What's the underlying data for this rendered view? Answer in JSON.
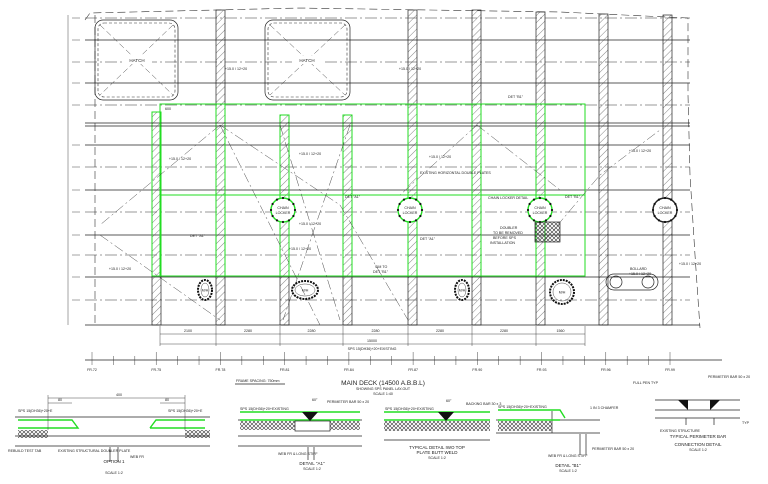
{
  "drawing": {
    "hatch_label": "HATCH",
    "chain_locker_label": "CHAIN LOCKER",
    "chain_locker_line1": "CHAIN",
    "chain_locker_line2": "LOCKER",
    "manhole_label": "M/H",
    "bollard_label": "BOLLARD",
    "chain_locker_detail": "CHAIN LOCKER DETAIL",
    "doubler_note": [
      "DOUBLER",
      "TO BE REMOVED",
      "BEFORE SPS",
      "INSTALLATION"
    ],
    "existing_doubler_note": "EXISTING HORIZONTAL DOUBLE PLATES",
    "det_a1": "DET \"A1\"",
    "det_b1": "DET \"B1\"",
    "sim_det": [
      "SIM TO",
      "DET \"B1\""
    ],
    "dim_600": "600",
    "plate_label": "+15.0 / 12+20",
    "dimensions": [
      "2100",
      "2280",
      "2280",
      "2280",
      "2280",
      "2280",
      "1560"
    ],
    "overall_dimension": "15000",
    "sps_note": "SPS 15(DH36)+20+EXISTING",
    "frames": [
      "FR.72",
      "FR.75",
      "FR.78",
      "FR.81",
      "FR.84",
      "FR.87",
      "FR.90",
      "FR.93",
      "FR.96",
      "FR.99"
    ],
    "frame_spacing": "FRAME SPACING: 750mm"
  },
  "title": {
    "main": "MAIN DECK (14500 A.B.B.L)",
    "sub": "SHOWING SPS PANEL LAY-OUT",
    "scale": "SCALE 1:40"
  },
  "details": {
    "option1": {
      "title": "OPTION 1",
      "scale": "SCALE 1:2",
      "dim_400": "400",
      "dim_80": "80",
      "sps": "SPS 15(DH36)+20+E",
      "rebuild": "REBUILD TEST TAB",
      "existing": "EXISTING STRUCTURAL DOUBLER PLATE",
      "web": "WEB FR"
    },
    "a1": {
      "title": "DETAIL \"A1\"",
      "scale": "SCALE 1:2",
      "sps": "SPS 15(DH36)+20+EXISTING",
      "bar": "PERIMETER BAR 50 x 20",
      "angle": "60°",
      "web": "WEB FR & LONG STIFF"
    },
    "butt": {
      "title1": "TYPICAL DETAIL IWO TOP",
      "title2": "PLATE BUTT WELD",
      "scale": "SCALE 1:2",
      "sps": "SPS 15(DH36)+20+EXISTING",
      "bar": "BACKING BAR 30 x 3",
      "angle": "60°"
    },
    "b1": {
      "title": "DETAIL \"B1\"",
      "scale": "SCALE 1:2",
      "sps": "SPS 15(DH36)+20+EXISTING",
      "chamfer": "1 IN 3 CHAMFER",
      "bar": "PERIMETER BAR 50 x 20",
      "web": "WEB FR & LONG STIFF"
    },
    "perimeter": {
      "title1": "TYPICAL PERIMETER BAR",
      "title2": "CONNECTION DETAIL",
      "scale": "SCALE 1:2",
      "bar": "PERIMETER BAR 50 x 20",
      "full_pen": "FULL PEN TYP",
      "existing": "EXISTING STRUCTURE",
      "typ": "TYP"
    }
  },
  "colors": {
    "sps_outline": "#22dd22",
    "linework": "#222222"
  }
}
